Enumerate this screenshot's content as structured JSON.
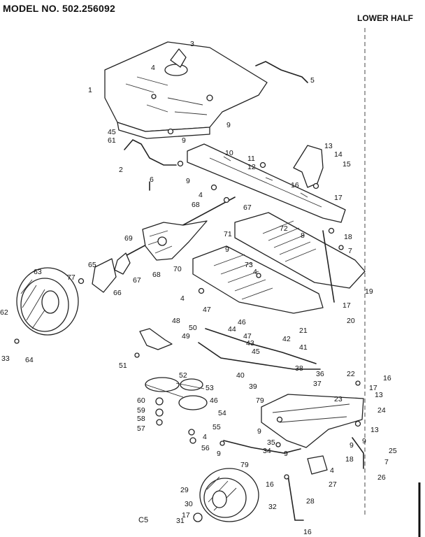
{
  "header": {
    "model": "MODEL NO. 502.256092",
    "section": "LOWER HALF",
    "page_code": "C5"
  },
  "labels": [
    {
      "id": "1",
      "text": "1"
    },
    {
      "id": "2",
      "text": "2"
    },
    {
      "id": "3",
      "text": "3"
    },
    {
      "id": "4a",
      "text": "4"
    },
    {
      "id": "5",
      "text": "5"
    },
    {
      "id": "9a",
      "text": "9"
    },
    {
      "id": "45",
      "text": "45"
    },
    {
      "id": "61",
      "text": "61"
    },
    {
      "id": "9b",
      "text": "9"
    },
    {
      "id": "10",
      "text": "10"
    },
    {
      "id": "11",
      "text": "11"
    },
    {
      "id": "12",
      "text": "12"
    },
    {
      "id": "13a",
      "text": "13"
    },
    {
      "id": "14",
      "text": "14"
    },
    {
      "id": "15",
      "text": "15"
    },
    {
      "id": "6",
      "text": "6"
    },
    {
      "id": "9c",
      "text": "9"
    },
    {
      "id": "4b",
      "text": "4"
    },
    {
      "id": "16a",
      "text": "16"
    },
    {
      "id": "17a",
      "text": "17"
    },
    {
      "id": "68a",
      "text": "68"
    },
    {
      "id": "67a",
      "text": "67"
    },
    {
      "id": "72",
      "text": "72"
    },
    {
      "id": "8",
      "text": "8"
    },
    {
      "id": "18a",
      "text": "18"
    },
    {
      "id": "69",
      "text": "69"
    },
    {
      "id": "71",
      "text": "71"
    },
    {
      "id": "7a",
      "text": "7"
    },
    {
      "id": "9d",
      "text": "9"
    },
    {
      "id": "73",
      "text": "73"
    },
    {
      "id": "70",
      "text": "70"
    },
    {
      "id": "68b",
      "text": "68"
    },
    {
      "id": "67b",
      "text": "67"
    },
    {
      "id": "65",
      "text": "65"
    },
    {
      "id": "66",
      "text": "66"
    },
    {
      "id": "77",
      "text": "77"
    },
    {
      "id": "63",
      "text": "63"
    },
    {
      "id": "4c",
      "text": "4"
    },
    {
      "id": "19",
      "text": "19"
    },
    {
      "id": "4d",
      "text": "4"
    },
    {
      "id": "47a",
      "text": "47"
    },
    {
      "id": "17b",
      "text": "17"
    },
    {
      "id": "20",
      "text": "20"
    },
    {
      "id": "62",
      "text": "62"
    },
    {
      "id": "48",
      "text": "48"
    },
    {
      "id": "46a",
      "text": "46"
    },
    {
      "id": "44",
      "text": "44"
    },
    {
      "id": "21",
      "text": "21"
    },
    {
      "id": "49",
      "text": "49"
    },
    {
      "id": "50",
      "text": "50"
    },
    {
      "id": "47b",
      "text": "47"
    },
    {
      "id": "43",
      "text": "43"
    },
    {
      "id": "42",
      "text": "42"
    },
    {
      "id": "45b",
      "text": "45"
    },
    {
      "id": "41",
      "text": "41"
    },
    {
      "id": "33",
      "text": "33"
    },
    {
      "id": "64",
      "text": "64"
    },
    {
      "id": "51",
      "text": "51"
    },
    {
      "id": "38",
      "text": "38"
    },
    {
      "id": "40",
      "text": "40"
    },
    {
      "id": "39",
      "text": "39"
    },
    {
      "id": "36",
      "text": "36"
    },
    {
      "id": "22",
      "text": "22"
    },
    {
      "id": "16b",
      "text": "16"
    },
    {
      "id": "52",
      "text": "52"
    },
    {
      "id": "37",
      "text": "37"
    },
    {
      "id": "17c",
      "text": "17"
    },
    {
      "id": "53",
      "text": "53"
    },
    {
      "id": "13b",
      "text": "13"
    },
    {
      "id": "60",
      "text": "60"
    },
    {
      "id": "46b",
      "text": "46"
    },
    {
      "id": "79a",
      "text": "79"
    },
    {
      "id": "23",
      "text": "23"
    },
    {
      "id": "59",
      "text": "59"
    },
    {
      "id": "24",
      "text": "24"
    },
    {
      "id": "58",
      "text": "58"
    },
    {
      "id": "54",
      "text": "54"
    },
    {
      "id": "57",
      "text": "57"
    },
    {
      "id": "55",
      "text": "55"
    },
    {
      "id": "13c",
      "text": "13"
    },
    {
      "id": "9e",
      "text": "9"
    },
    {
      "id": "4e",
      "text": "4"
    },
    {
      "id": "9f",
      "text": "9"
    },
    {
      "id": "56",
      "text": "56"
    },
    {
      "id": "35",
      "text": "35"
    },
    {
      "id": "9g",
      "text": "9"
    },
    {
      "id": "25",
      "text": "25"
    },
    {
      "id": "9h",
      "text": "9"
    },
    {
      "id": "34",
      "text": "34"
    },
    {
      "id": "9i",
      "text": "9"
    },
    {
      "id": "18b",
      "text": "18"
    },
    {
      "id": "7b",
      "text": "7"
    },
    {
      "id": "79b",
      "text": "79"
    },
    {
      "id": "4f",
      "text": "4"
    },
    {
      "id": "26",
      "text": "26"
    },
    {
      "id": "16c",
      "text": "16"
    },
    {
      "id": "27",
      "text": "27"
    },
    {
      "id": "29",
      "text": "29"
    },
    {
      "id": "30",
      "text": "30"
    },
    {
      "id": "28",
      "text": "28"
    },
    {
      "id": "32",
      "text": "32"
    },
    {
      "id": "17d",
      "text": "17"
    },
    {
      "id": "31",
      "text": "31"
    },
    {
      "id": "16d",
      "text": "16"
    }
  ]
}
